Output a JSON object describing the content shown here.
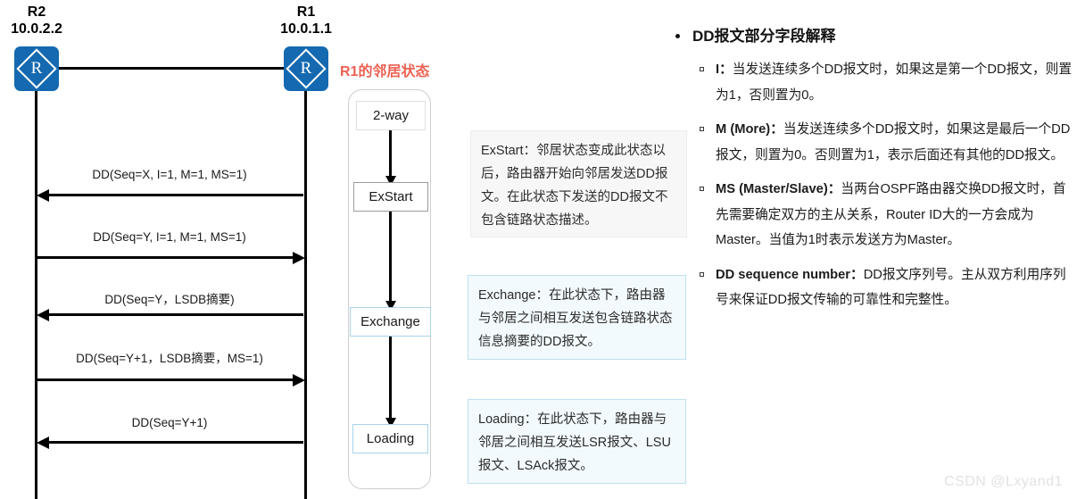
{
  "sequence": {
    "nodes": [
      {
        "name": "R2",
        "ip": "10.0.2.2"
      },
      {
        "name": "R1",
        "ip": "10.0.1.1"
      }
    ],
    "messages": [
      {
        "label": "DD(Seq=X, I=1, M=1, MS=1)",
        "direction": "left"
      },
      {
        "label": "DD(Seq=Y, I=1, M=1, MS=1)",
        "direction": "right"
      },
      {
        "label": "DD(Seq=Y，LSDB摘要)",
        "direction": "left"
      },
      {
        "label": "DD(Seq=Y+1，LSDB摘要，MS=1)",
        "direction": "right"
      },
      {
        "label": "DD(Seq=Y+1)",
        "direction": "left"
      }
    ]
  },
  "state_flow": {
    "caption": "R1的邻居状态",
    "states": [
      {
        "label": "2-way"
      },
      {
        "label": "ExStart"
      },
      {
        "label": "Exchange"
      },
      {
        "label": "Loading"
      }
    ]
  },
  "callouts": [
    {
      "text": "ExStart：邻居状态变成此状态以后，路由器开始向邻居发送DD报文。在此状态下发送的DD报文不包含链路状态描述。"
    },
    {
      "text": "Exchange：在此状态下，路由器与邻居之间相互发送包含链路状态信息摘要的DD报文。"
    },
    {
      "text": "Loading：在此状态下，路由器与邻居之间相互发送LSR报文、LSU报文、LSAck报文。"
    }
  ],
  "explain": {
    "title": "DD报文部分字段解释",
    "items": [
      {
        "term": "I：",
        "text": "当发送连续多个DD报文时，如果这是第一个DD报文，则置为1，否则置为0。"
      },
      {
        "term": "M (More)：",
        "text": "当发送连续多个DD报文时，如果这是最后一个DD报文，则置为0。否则置为1，表示后面还有其他的DD报文。"
      },
      {
        "term": "MS (Master/Slave)：",
        "text": "当两台OSPF路由器交换DD报文时，首先需要确定双方的主从关系，Router ID大的一方会成为Master。当值为1时表示发送方为Master。"
      },
      {
        "term": "DD sequence number：",
        "text": "DD报文序列号。主从双方利用序列号来保证DD报文传输的可靠性和完整性。"
      }
    ]
  },
  "watermark": "CSDN @Lxyand1",
  "colors": {
    "router_blue": "#1469b0",
    "caption_red": "#ec6152",
    "callout_blue_border": "#bfe0ef",
    "line_black": "#000000"
  }
}
